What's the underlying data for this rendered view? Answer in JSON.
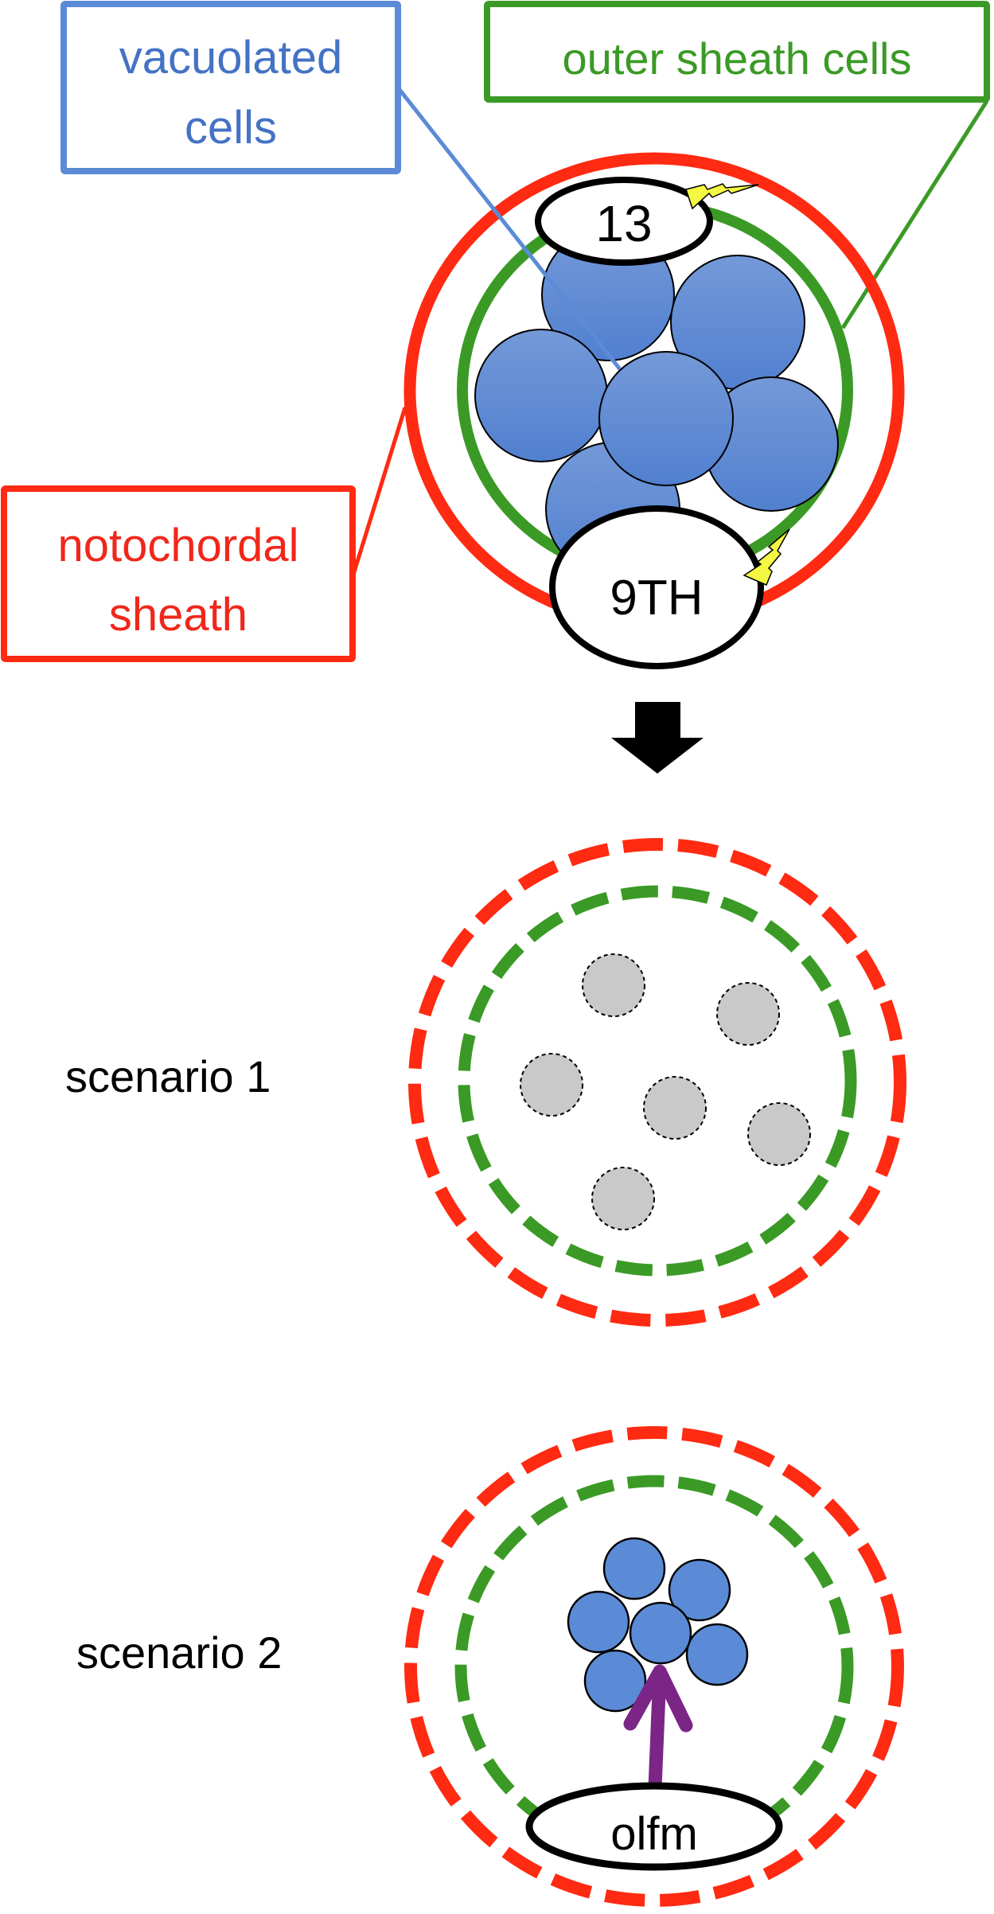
{
  "colors": {
    "vacuolated": "#5b8bd6",
    "vacuolated_text": "#4472c4",
    "outer_sheath": "#3a9a25",
    "notochordal_sheath": "#ff2a12",
    "notochordal_text": "#f0271a",
    "bolt": "#f4f842",
    "dead_cell": "#c9c9c9",
    "olfm_arrow": "#7b2586",
    "ink": "#000000",
    "cell_gradient_top": "#7499d8",
    "cell_gradient_bottom": "#5180d0"
  },
  "callouts": {
    "vacuolated": {
      "line1": "vacuolated",
      "line2": "cells"
    },
    "outer_sheath": {
      "line1": "outer sheath cells"
    },
    "notochordal": {
      "line1": "notochordal",
      "line2": "sheath"
    }
  },
  "top_diagram": {
    "gene_top": "13",
    "gene_bottom": "9TH",
    "vacuolated_cell_count": 6,
    "sheath_style": "solid"
  },
  "transition_arrow": "down-arrow",
  "scenarios": [
    {
      "label": "scenario  1",
      "sheath_style": "dashed",
      "cell_state": "dead/grey with dashed outline",
      "cell_count": 6
    },
    {
      "label": "scenario  2",
      "sheath_style": "dashed",
      "cell_state": "small vacuolated cells",
      "cell_count": 6,
      "gene": "olfm",
      "arrow": "olfm-upward-arrow"
    }
  ]
}
